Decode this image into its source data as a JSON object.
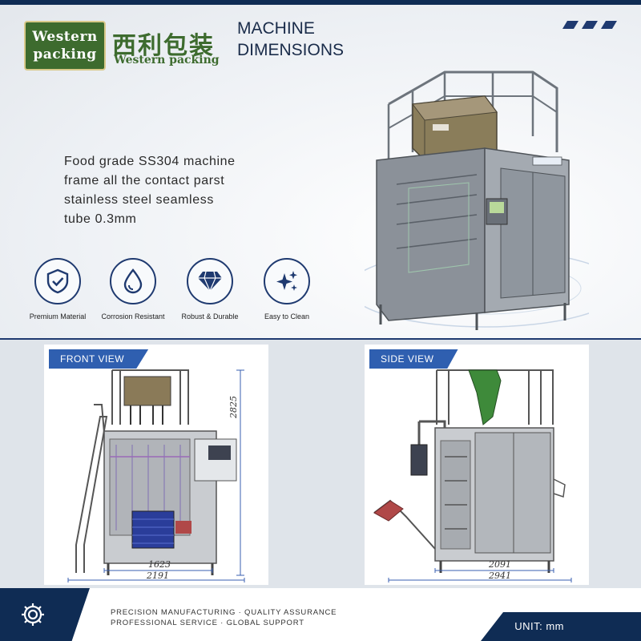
{
  "brand": {
    "logo_line1": "Western",
    "logo_line2": "packing",
    "cn_name": "西利包装",
    "en_name": "Western packing"
  },
  "header": {
    "title_line1": "MACHINE",
    "title_line2": "DIMENSIONS"
  },
  "description": {
    "line1": "Food grade SS304 machine",
    "line2": "frame all the contact parst",
    "line3": "stainless  steel  seamless",
    "line4": "tube 0.3mm"
  },
  "features": [
    {
      "label": "Premium Material",
      "icon": "shield-check-icon"
    },
    {
      "label": "Corrosion Resistant",
      "icon": "water-drop-icon"
    },
    {
      "label": "Robust & Durable",
      "icon": "diamond-icon"
    },
    {
      "label": "Easy to Clean",
      "icon": "sparkle-icon"
    }
  ],
  "front_view": {
    "tab": "FRONT VIEW",
    "height": "2825",
    "inner_width": "1623",
    "outer_width": "2191"
  },
  "side_view": {
    "tab": "SIDE VIEW",
    "inner_width": "2091",
    "outer_width": "2941"
  },
  "footer": {
    "line1": "PRECISION MANUFACTURING · QUALITY ASSURANCE",
    "line2": "PROFESSIONAL SERVICE · GLOBAL SUPPORT",
    "unit": "UNIT: mm"
  },
  "colors": {
    "navy": "#0f2c54",
    "brand_green": "#3d6b2e",
    "tab_blue": "#2f5fb0",
    "dimension_blue": "#3a5fb0"
  }
}
